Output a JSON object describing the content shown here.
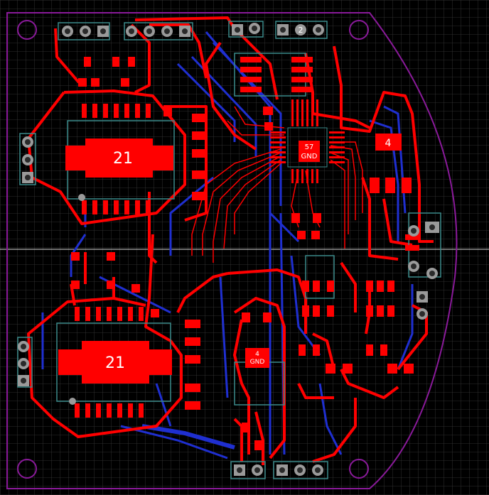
{
  "colors": {
    "background": "#000000",
    "grid": "#3a3a3a",
    "board_outline": "#8a1a9a",
    "top_copper": "#ff0000",
    "bottom_copper": "#1f2fd0",
    "silkscreen": "#3b8a8a",
    "pad_hole": "#2a2a2a",
    "pad_ring": "#9a9a9a",
    "label_text": "#ffffff"
  },
  "labels": {
    "ic_upper_pin_count": "21",
    "ic_lower_pin_count": "21",
    "mcu_pin": "57",
    "mcu_net": "GND",
    "reg_pin": "4",
    "reg_net": "GND",
    "header_pin": "2",
    "pad_pin": "4"
  },
  "icons": {
    "mount_hole": "circle-outline-icon",
    "pad": "through-hole-pad-icon"
  }
}
